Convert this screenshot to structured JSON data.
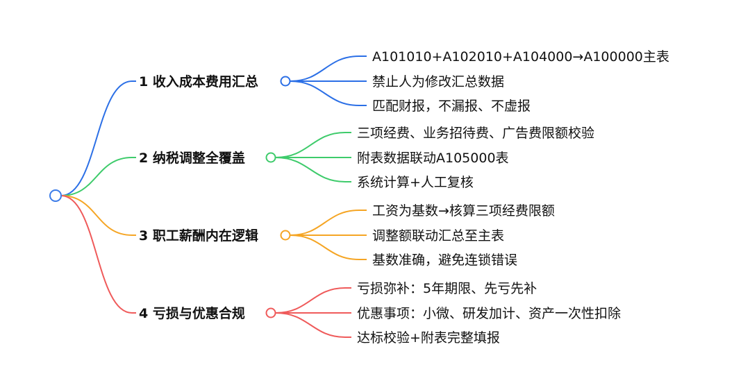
{
  "colors": {
    "root": "#3b7be8",
    "branch_1": "#2b6fe6",
    "branch_2": "#3ecb6b",
    "branch_3": "#f5a524",
    "branch_4": "#ef5a5a"
  },
  "branches": [
    {
      "label": "1 收入成本费用汇总",
      "children": [
        "A101010+A102010+A104000→A100000主表",
        "禁止人为修改汇总数据",
        "匹配财报，不漏报、不虚报"
      ]
    },
    {
      "label": "2 纳税调整全覆盖",
      "children": [
        "三项经费、业务招待费、广告费限额校验",
        "附表数据联动A105000表",
        "系统计算+人工复核"
      ]
    },
    {
      "label": "3 职工薪酬内在逻辑",
      "children": [
        "工资为基数→核算三项经费限额",
        "调整额联动汇总至主表",
        "基数准确，避免连锁错误"
      ]
    },
    {
      "label": "4 亏损与优惠合规",
      "children": [
        "亏损弥补：5年期限、先亏先补",
        "优惠事项：小微、研发加计、资产一次性扣除",
        "达标校验+附表完整填报"
      ]
    }
  ]
}
